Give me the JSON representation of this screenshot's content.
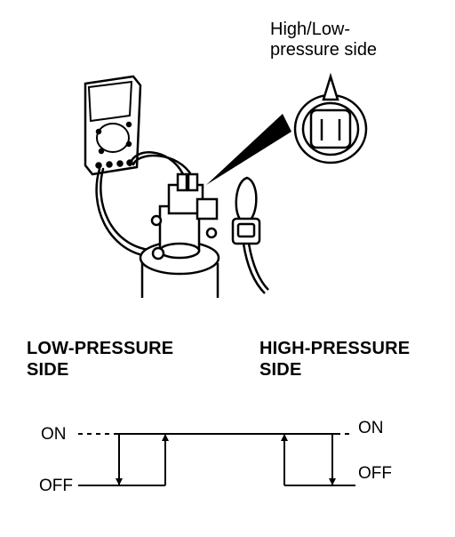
{
  "callout": {
    "line1": "High/Low-",
    "line2": "pressure side"
  },
  "labels": {
    "low_pressure_line1": "LOW-PRESSURE",
    "low_pressure_line2": "SIDE",
    "high_pressure_line1": "HIGH-PRESSURE",
    "high_pressure_line2": "SIDE"
  },
  "switch_states": {
    "on_left": "ON",
    "off_left": "OFF",
    "on_right": "ON",
    "off_right": "OFF"
  },
  "colors": {
    "ink": "#000000",
    "background": "#ffffff"
  },
  "icons": [
    "multimeter-icon",
    "pressure-switch-connector-icon",
    "receiver-drier-icon",
    "harness-connector-icon"
  ]
}
